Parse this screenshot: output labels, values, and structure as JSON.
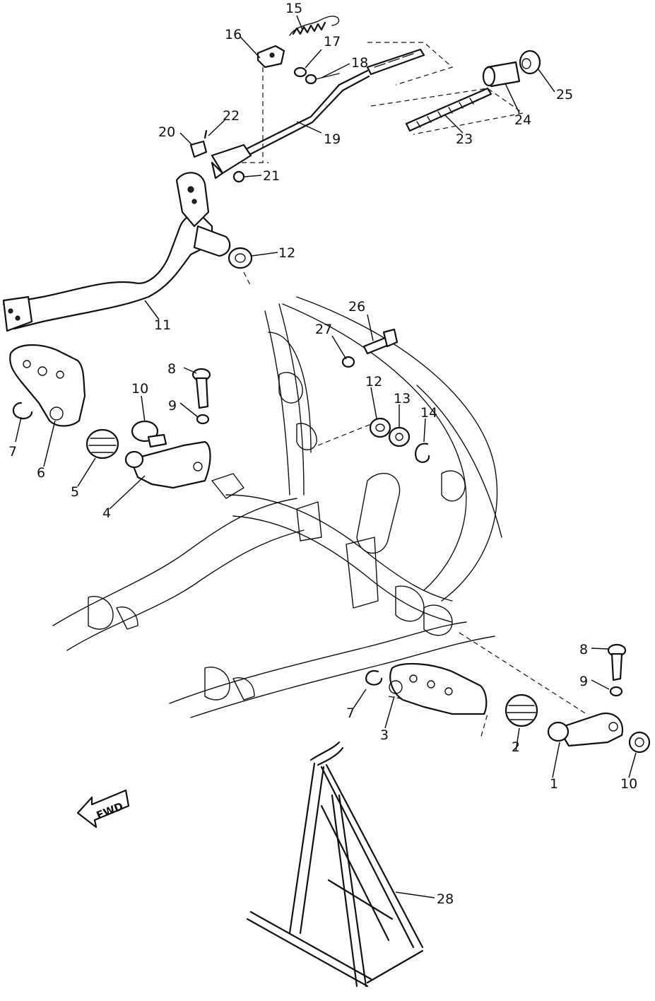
{
  "labels": {
    "l1": "1",
    "l2": "2",
    "l3": "3",
    "l4": "4",
    "l5": "5",
    "l6": "6",
    "l7a": "7",
    "l7b": "7",
    "l8a": "8",
    "l8b": "8",
    "l9a": "9",
    "l9b": "9",
    "l10a": "10",
    "l10b": "10",
    "l11": "11",
    "l12a": "12",
    "l12b": "12",
    "l13": "13",
    "l14": "14",
    "l15": "15",
    "l16": "16",
    "l17": "17",
    "l18": "18",
    "l19": "19",
    "l20": "20",
    "l21": "21",
    "l22": "22",
    "l23": "23",
    "l24": "24",
    "l25": "25",
    "l26": "26",
    "l27": "27",
    "l28": "28"
  },
  "badge": {
    "text": "FWD"
  }
}
